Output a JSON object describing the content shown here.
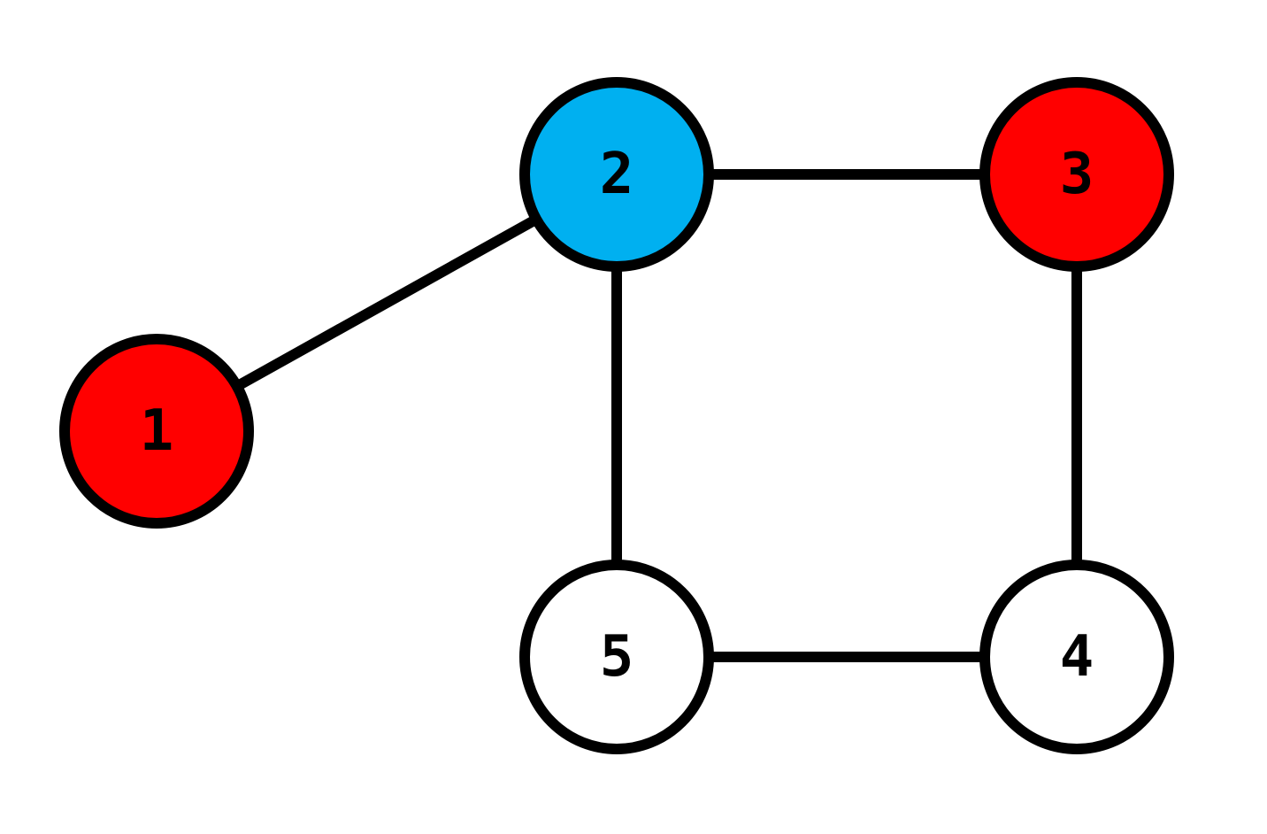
{
  "graph": {
    "nodes": [
      {
        "id": "1",
        "label": "1",
        "color": "#ff0000"
      },
      {
        "id": "2",
        "label": "2",
        "color": "#00b0f0"
      },
      {
        "id": "3",
        "label": "3",
        "color": "#ff0000"
      },
      {
        "id": "4",
        "label": "4",
        "color": "#ffffff"
      },
      {
        "id": "5",
        "label": "5",
        "color": "#ffffff"
      }
    ],
    "edges": [
      {
        "from": "1",
        "to": "2"
      },
      {
        "from": "2",
        "to": "3"
      },
      {
        "from": "2",
        "to": "5"
      },
      {
        "from": "3",
        "to": "4"
      },
      {
        "from": "5",
        "to": "4"
      }
    ],
    "edge_color": "#000000",
    "outline_color": "#000000"
  }
}
